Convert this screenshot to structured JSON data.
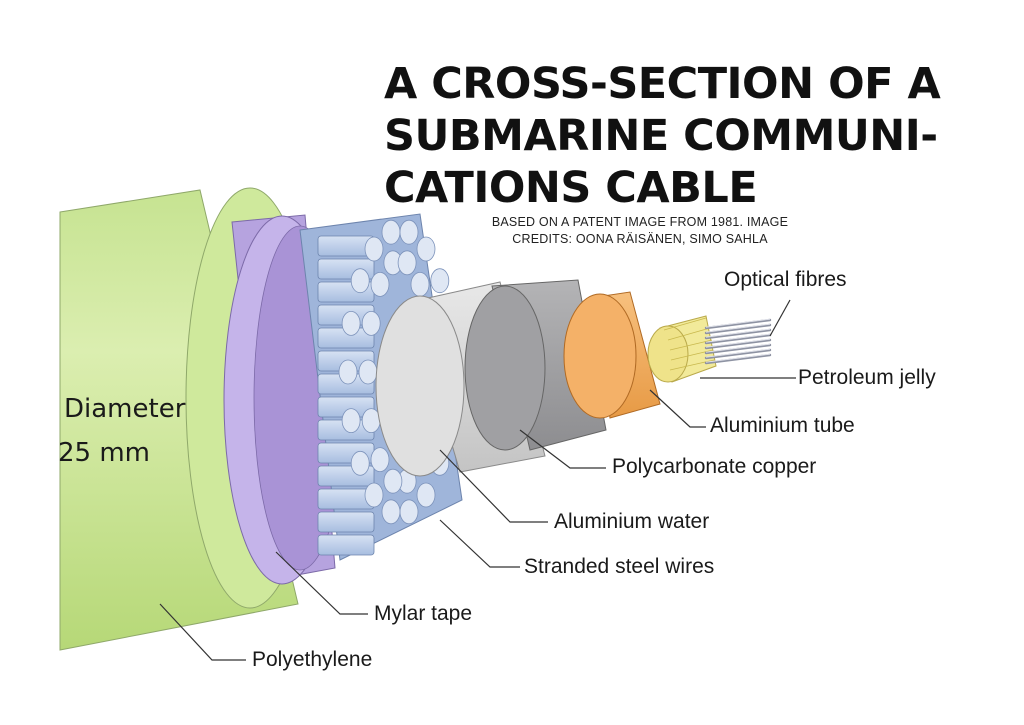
{
  "title": {
    "lines": [
      "A CROSS-SECTION OF A",
      "SUBMARINE COMMUNI-",
      "CATIONS CABLE"
    ]
  },
  "credits": {
    "lines": [
      "BASED ON A PATENT IMAGE FROM 1981. IMAGE",
      "CREDITS: OONA RÄISÄNEN, SIMO SAHLA"
    ]
  },
  "diameter": {
    "label": "Diameter",
    "value": "25 mm"
  },
  "layers": [
    {
      "label": "Optical fibres",
      "color": "#c9ccd6"
    },
    {
      "label": "Petroleum jelly",
      "color": "#f2ea9a"
    },
    {
      "label": "Aluminium tube",
      "color": "#f4b168"
    },
    {
      "label": "Polycarbonate copper",
      "color": "#a6a6a8"
    },
    {
      "label": "Aluminium water",
      "color": "#d9d9d9"
    },
    {
      "label": "Stranded steel wires",
      "color": "#b9cbe8"
    },
    {
      "label": "Mylar tape",
      "color": "#b7a4e0"
    },
    {
      "label": "Polyethylene",
      "color": "#c8e58c"
    }
  ]
}
